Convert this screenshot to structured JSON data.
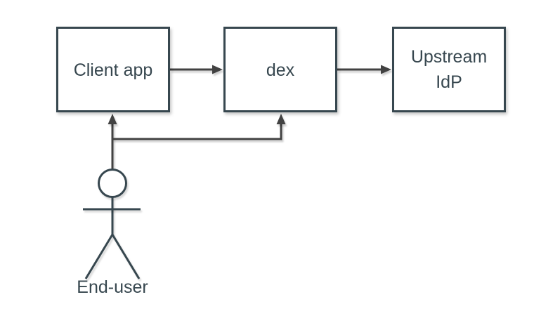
{
  "diagram": {
    "colors": {
      "background": "#ffffff",
      "node_fill": "#ffffff",
      "node_stroke": "#37474F",
      "text": "#37474F",
      "connector": "#424242"
    },
    "nodes": [
      {
        "id": "client-app",
        "label": "Client app",
        "shape": "rectangle"
      },
      {
        "id": "dex",
        "label": "dex",
        "shape": "rectangle"
      },
      {
        "id": "upstream-idp",
        "label": "Upstream IdP",
        "label_lines": [
          "Upstream",
          "IdP"
        ],
        "shape": "rectangle"
      },
      {
        "id": "end-user",
        "label": "End-user",
        "shape": "actor"
      }
    ],
    "edges": [
      {
        "from": "client-app",
        "to": "dex",
        "direction": "right"
      },
      {
        "from": "dex",
        "to": "upstream-idp",
        "direction": "right"
      },
      {
        "from": "end-user",
        "to": "client-app",
        "direction": "up"
      },
      {
        "from": "end-user",
        "to": "dex",
        "direction": "up"
      }
    ]
  }
}
